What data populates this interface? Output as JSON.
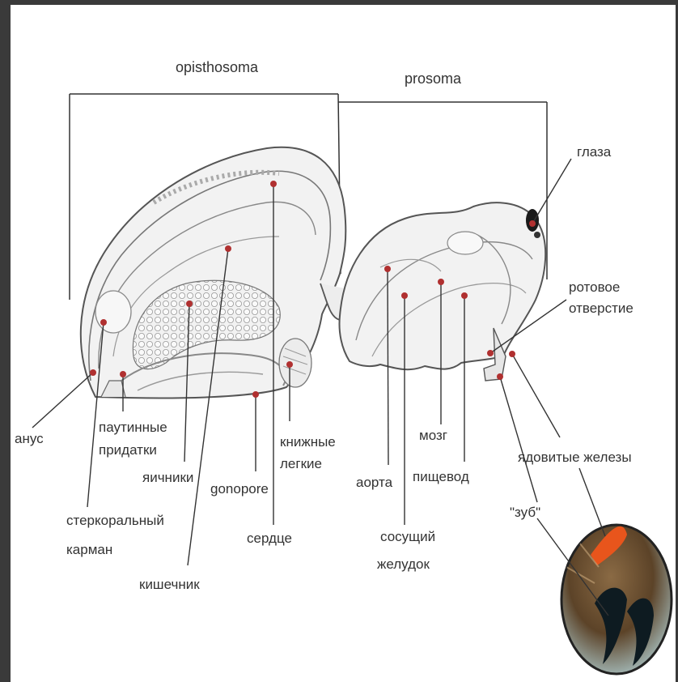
{
  "titles": {
    "opisthosoma": "opisthosoma",
    "prosoma": "prosoma"
  },
  "labels": {
    "eyes": "глаза",
    "mouth_1": "ротовое",
    "mouth_2": "отверстие",
    "anus": "анус",
    "spinnerets_1": "паутинные",
    "spinnerets_2": "придатки",
    "ovaries": "яичники",
    "gonopore": "gonopore",
    "book_lungs_1": "книжные",
    "book_lungs_2": "легкие",
    "brain": "мозг",
    "aorta": "аорта",
    "esophagus": "пищевод",
    "venom_glands": "ядовитые железы",
    "stercoral_1": "стеркоральный",
    "stercoral_2": "карман",
    "heart": "сердце",
    "stomach_1": "сосущий",
    "stomach_2": "желудок",
    "fang": "\"зуб\"",
    "intestine": "кишечник"
  },
  "colors": {
    "marker": "#b03030",
    "line": "#333333",
    "tissue": "#f2f2f2"
  }
}
